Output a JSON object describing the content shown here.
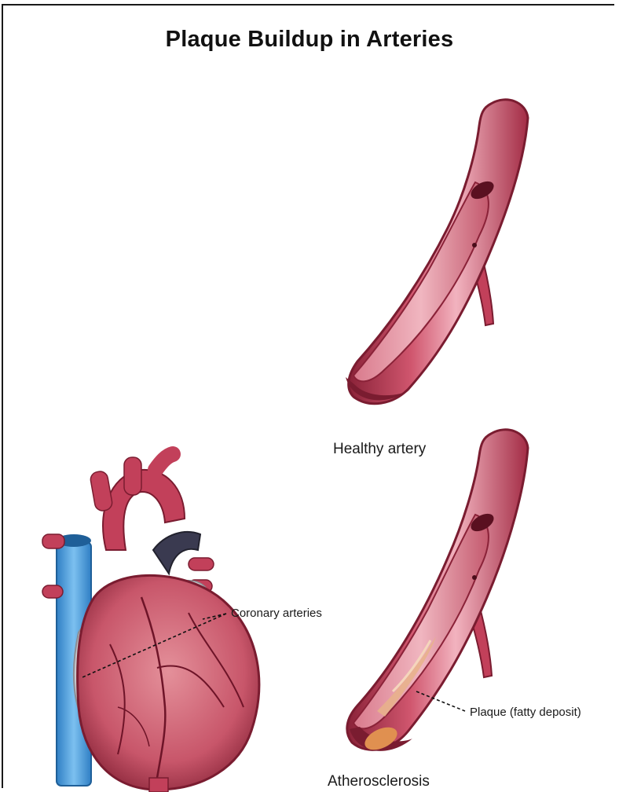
{
  "title": "Plaque Buildup in Arteries",
  "labels": {
    "healthy": "Healthy artery",
    "atherosclerosis": "Atherosclerosis",
    "coronary": "Coronary arteries",
    "plaque": "Plaque (fatty deposit)"
  },
  "colors": {
    "artery": "#c2405a",
    "artery_light": "#e796a6",
    "artery_dark": "#7a1c30",
    "vein": "#4aa0e0",
    "plaque": "#e0a070",
    "fat": "#c8c8cc"
  }
}
